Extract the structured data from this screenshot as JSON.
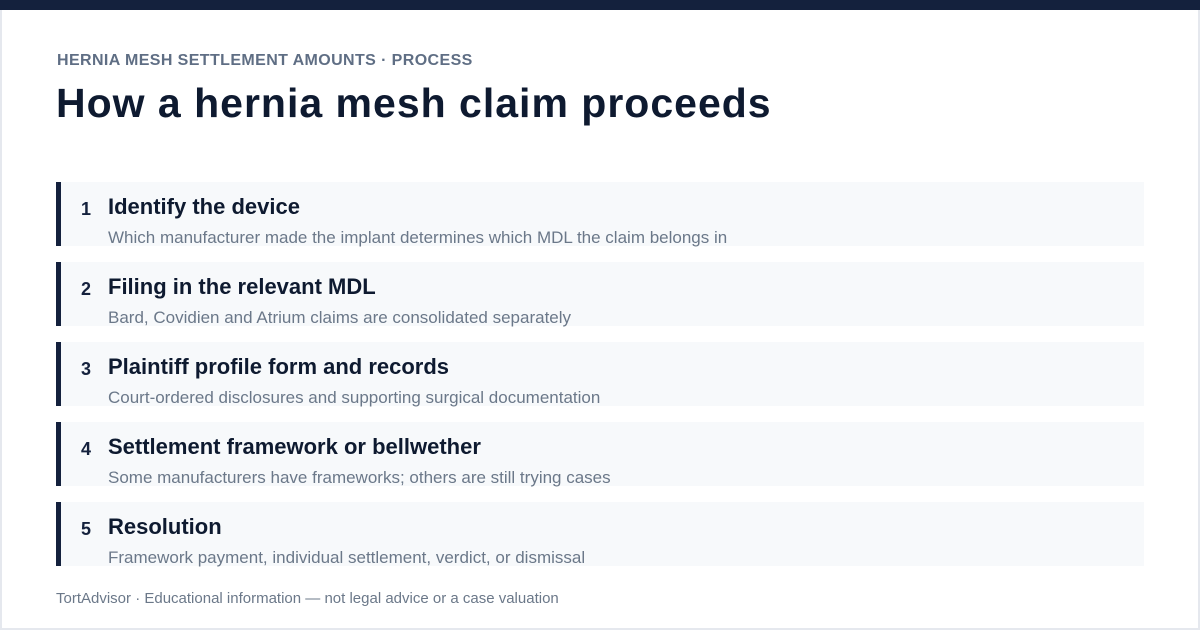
{
  "header": {
    "eyebrow": "HERNIA MESH SETTLEMENT AMOUNTS · PROCESS",
    "title": "How a hernia mesh claim proceeds"
  },
  "steps": [
    {
      "number": "1",
      "title": "Identify the device",
      "description": "Which manufacturer made the implant determines which MDL the claim belongs in"
    },
    {
      "number": "2",
      "title": "Filing in the relevant MDL",
      "description": "Bard, Covidien and Atrium claims are consolidated separately"
    },
    {
      "number": "3",
      "title": "Plaintiff profile form and records",
      "description": "Court-ordered disclosures and supporting surgical documentation"
    },
    {
      "number": "4",
      "title": "Settlement framework or bellwether",
      "description": "Some manufacturers have frameworks; others are still trying cases"
    },
    {
      "number": "5",
      "title": "Resolution",
      "description": "Framework payment, individual settlement, verdict, or dismissal"
    }
  ],
  "footer": {
    "text": "TortAdvisor · Educational information — not legal advice or a case valuation"
  },
  "colors": {
    "accent": "#14213d",
    "step_background": "#f7f9fb",
    "heading_text": "#0e1a30",
    "muted_text": "#6b7889"
  }
}
